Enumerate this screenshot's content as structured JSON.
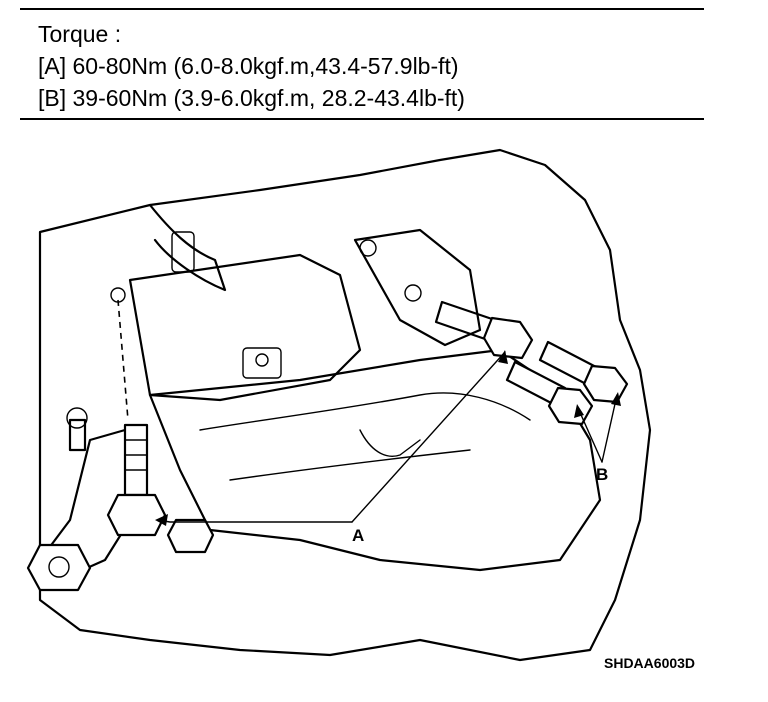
{
  "torque": {
    "heading": "Torque :",
    "spec_a": "[A] 60-80Nm (6.0-8.0kgf.m,43.4-57.9lb-ft)",
    "spec_b": "[B] 39-60Nm (3.9-6.0kgf.m, 28.2-43.4lb-ft)"
  },
  "callouts": {
    "a": "A",
    "b": "B"
  },
  "figure_code": "SHDAA6003D"
}
